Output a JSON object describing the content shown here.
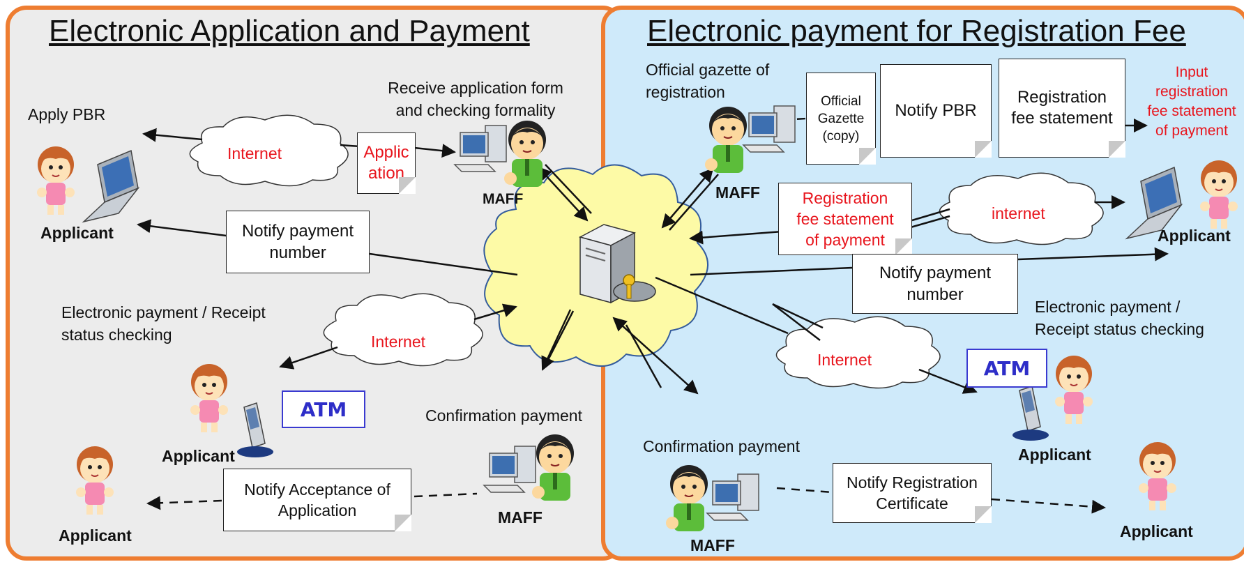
{
  "left": {
    "title": "Electronic Application and Payment",
    "apply_label": "Apply PBR",
    "receive_label_1": "Receive application form",
    "receive_label_2": "and checking formality",
    "internet_1": "Internet",
    "application_doc_1": "Applic",
    "application_doc_2": "ation",
    "maff_top": "MAFF",
    "applicant_1": "Applicant",
    "notify_payment_1": "Notify payment",
    "notify_payment_2": "number",
    "epay_label_1": "Electronic payment / Receipt",
    "epay_label_2": "status checking",
    "internet_2": "Internet",
    "atm": "ATM",
    "applicant_2": "Applicant",
    "confirmation": "Confirmation payment",
    "notify_accept_1": "Notify Acceptance of",
    "notify_accept_2": "Application",
    "maff_bottom": "MAFF",
    "applicant_3": "Applicant"
  },
  "right": {
    "title": "Electronic payment for Registration Fee",
    "gazette_label_1": "Official gazette of",
    "gazette_label_2": "registration",
    "gazette_doc_1": "Official",
    "gazette_doc_2": "Gazette",
    "gazette_doc_3": "(copy)",
    "notify_pbr": "Notify PBR",
    "reg_stmt_1": "Registration",
    "reg_stmt_2": "fee statement",
    "input_1": "Input",
    "input_2": "registration",
    "input_3": "fee statement",
    "input_4": "of payment",
    "maff_top": "MAFF",
    "reg_pay_1": "Registration",
    "reg_pay_2": "fee statement",
    "reg_pay_3": "of payment",
    "internet_1": "internet",
    "applicant_1": "Applicant",
    "notify_payment_1": "Notify payment",
    "notify_payment_2": "number",
    "epay_label_1": "Electronic payment /",
    "epay_label_2": "Receipt status checking",
    "internet_2": "Internet",
    "atm": "ATM",
    "applicant_2": "Applicant",
    "confirmation": "Confirmation payment",
    "notify_cert_1": "Notify Registration",
    "notify_cert_2": "Certificate",
    "maff_bottom": "MAFF",
    "applicant_3": "Applicant"
  },
  "colors": {
    "border": "#ee7d31",
    "left_bg": "#ececec",
    "right_bg": "#cfeafa",
    "red_text": "#e8151d",
    "atm_blue": "#2e2ec8",
    "central_cloud": "#fdfaa6"
  },
  "icons": [
    "person-female-icon",
    "person-male-icon",
    "laptop-icon",
    "desktop-computer-icon",
    "handheld-terminal-icon",
    "server-icon",
    "key-icon",
    "cloud-icon"
  ]
}
